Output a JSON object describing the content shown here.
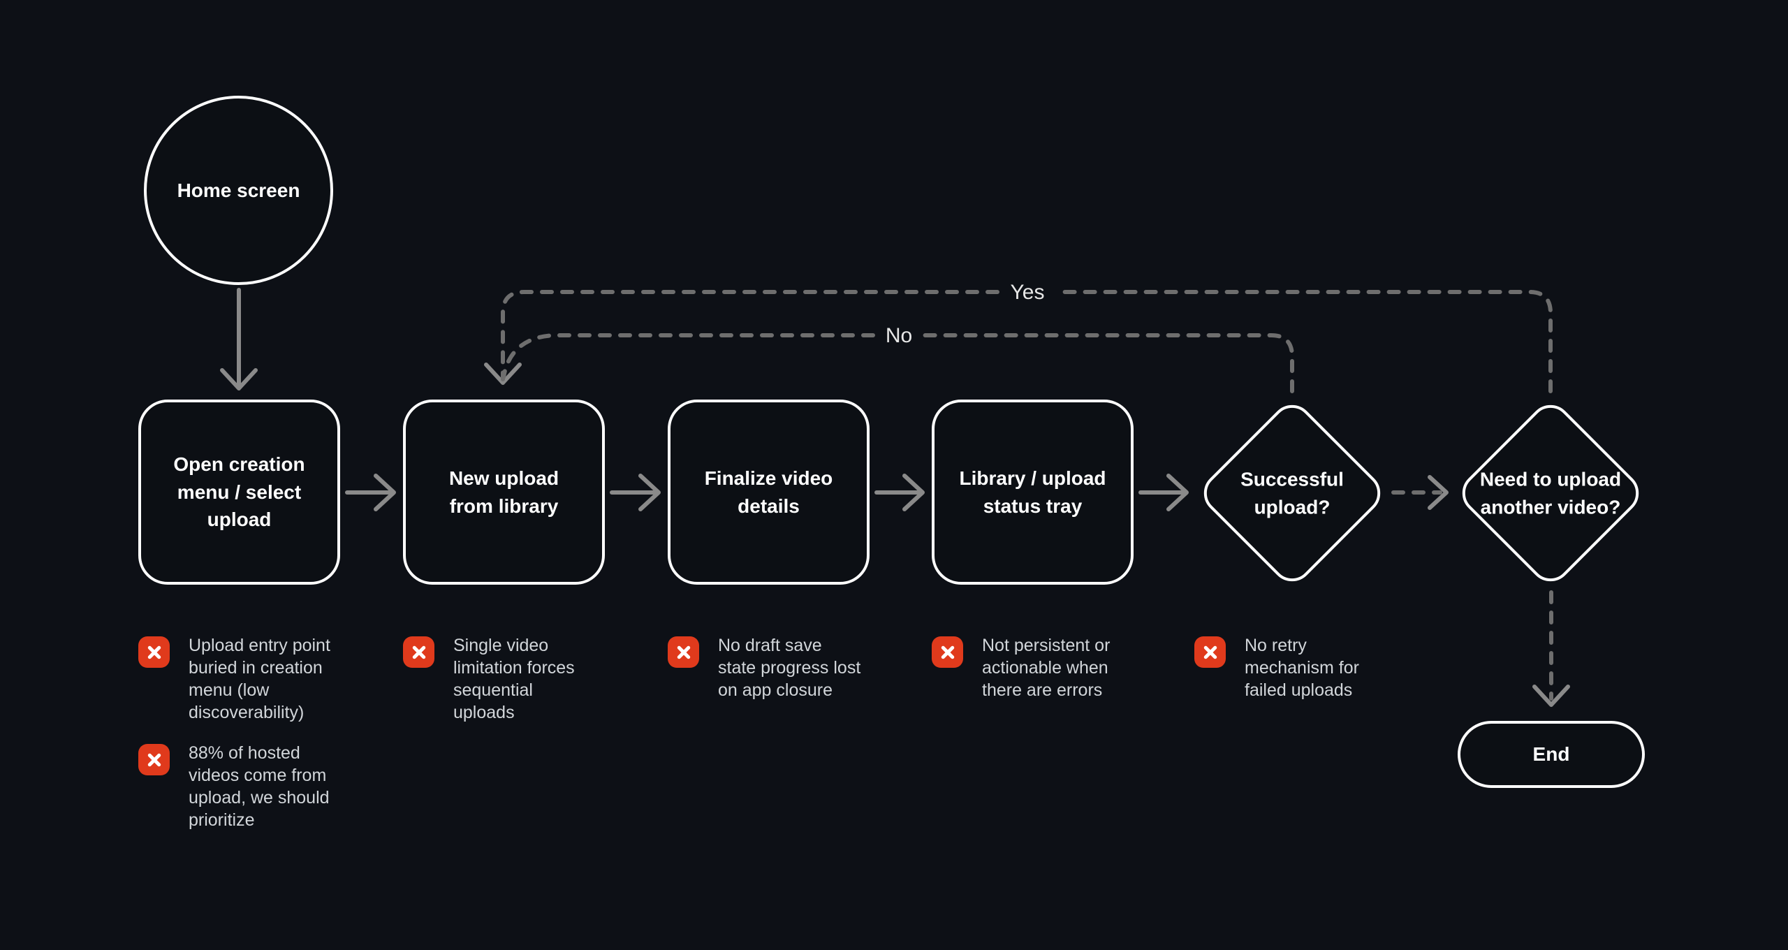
{
  "diagram": {
    "colors": {
      "background": "#0d1016",
      "node_border": "#ffffff",
      "node_fill": "#0c0f14",
      "solid_arrow": "#8a8a8a",
      "dashed_arrow": "#6e6e6e",
      "annotation_icon": "#e03a1c",
      "annotation_text": "#d2d6da"
    },
    "nodes": {
      "home": {
        "label": "Home screen",
        "shape": "circle"
      },
      "open_creation": {
        "label": "Open creation menu / select upload",
        "shape": "process"
      },
      "new_upload": {
        "label": "New upload from library",
        "shape": "process"
      },
      "finalize": {
        "label": "Finalize video details",
        "shape": "process"
      },
      "library_tray": {
        "label": "Library / upload status tray",
        "shape": "process"
      },
      "successful": {
        "label": "Successful upload?",
        "shape": "decision"
      },
      "need_another": {
        "label": "Need to upload another video?",
        "shape": "decision"
      },
      "end": {
        "label": "End",
        "shape": "terminator"
      }
    },
    "edge_labels": {
      "yes": "Yes",
      "no": "No"
    },
    "annotations": [
      {
        "items": [
          {
            "icon": "error-x",
            "text": "Upload entry point buried in creation menu (low discoverability)"
          },
          {
            "icon": "error-x",
            "text": "88% of hosted videos come from upload, we should prioritize"
          }
        ]
      },
      {
        "items": [
          {
            "icon": "error-x",
            "text": "Single video limitation forces sequential uploads"
          }
        ]
      },
      {
        "items": [
          {
            "icon": "error-x",
            "text": "No draft save state progress lost on app closure"
          }
        ]
      },
      {
        "items": [
          {
            "icon": "error-x",
            "text": "Not persistent or actionable when there are errors"
          }
        ]
      },
      {
        "items": [
          {
            "icon": "error-x",
            "text": "No retry mechanism for failed uploads"
          }
        ]
      }
    ]
  }
}
